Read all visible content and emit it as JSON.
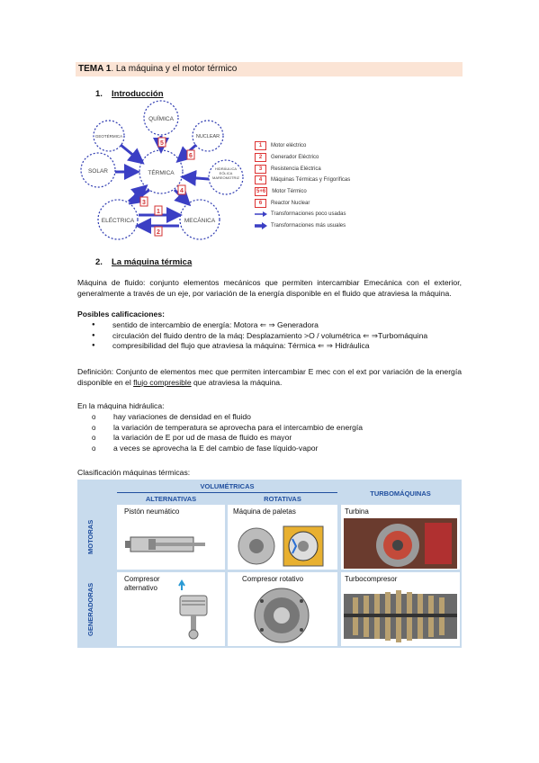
{
  "header": {
    "tema": "TEMA 1",
    "title": ". La máquina y el motor térmico"
  },
  "sections": [
    {
      "num": "1.",
      "title": "Introducción"
    },
    {
      "num": "2.",
      "title": "La máquina térmica"
    }
  ],
  "diagram": {
    "nodes": {
      "quimica": "QUÍMICA",
      "geotermica": "GEOTÉRMICA",
      "nuclear": "NUCLEAR",
      "solar": "SOLAR",
      "termica": "TÉRMICA",
      "hidraulica": "HIDRÁULICA EÓLICA MAREOMOTRIZ",
      "electrica": "ELÉCTRICA",
      "mecanica": "MECÁNICA"
    },
    "tags": [
      "5",
      "6",
      "4",
      "3",
      "1",
      "2"
    ]
  },
  "legend": [
    {
      "tag": "1",
      "text": "Motor eléctrico"
    },
    {
      "tag": "2",
      "text": "Generador Eléctrico"
    },
    {
      "tag": "3",
      "text": "Resistencia Eléctrica"
    },
    {
      "tag": "4",
      "text": "Máquinas Térmicas y Frigoríficas"
    },
    {
      "tag": "5+6",
      "text": "Motor Térmico"
    },
    {
      "tag": "6",
      "text": "Reactor Nuclear"
    },
    {
      "tag": "",
      "text": "Transformaciones poco usadas"
    },
    {
      "tag": "",
      "text": "Transformaciones más usuales"
    }
  ],
  "text": {
    "p1": "Máquina de fluido: conjunto elementos mecánicos que permiten intercambiar Emecánica con el exterior, generalmente a través de un eje, por variación de la energía disponible en el fluido que atraviesa la máquina.",
    "posibles": "Posibles calificaciones:",
    "bullets": [
      "sentido de intercambio de energía: Motora ⇐ ⇒ Generadora",
      "circulación del fluido dentro de la máq: Desplazamiento >O / volumétrica ⇐ ⇒Turbomáquina",
      "compresibilidad del flujo que atraviesa la máquina: Térmica ⇐ ⇒ Hidráulica"
    ],
    "def_pre": "Definición: Conjunto de elementos mec que permiten intercambiar E mec con el ext por variación de la energía disponible en el ",
    "def_link": "flujo compresible",
    "def_post": " que atraviesa la máquina.",
    "hidraulica": "En la máquina hidráulica:",
    "subbullets": [
      "hay variaciones de densidad en el fluido",
      "la variación de temperatura se aprovecha para el intercambio de energía",
      "la variación de E por ud de masa de fluido es mayor",
      "a veces se aprovecha la E del cambio de fase líquido-vapor"
    ],
    "clasif": "Clasificación máquinas térmicas:"
  },
  "table": {
    "volumetricas": "VOLUMÉTRICAS",
    "alternativas": "ALTERNATIVAS",
    "rotativas": "ROTATIVAS",
    "turbomaquinas": "TURBOMÁQUINAS",
    "motoras": "MOTORAS",
    "generadoras": "GENERADORAS",
    "c11": "Pistón neumático",
    "c12": "Máquina de paletas",
    "c13": "Turbina",
    "c21": "Compresor alternativo",
    "c22": "Compresor rotativo",
    "c23": "Turbocompresor"
  },
  "colors": {
    "accent": "#1f4e9e",
    "tag": "#d33333",
    "arrow": "#3b3fc4",
    "title_bg": "#fbe4d5"
  }
}
